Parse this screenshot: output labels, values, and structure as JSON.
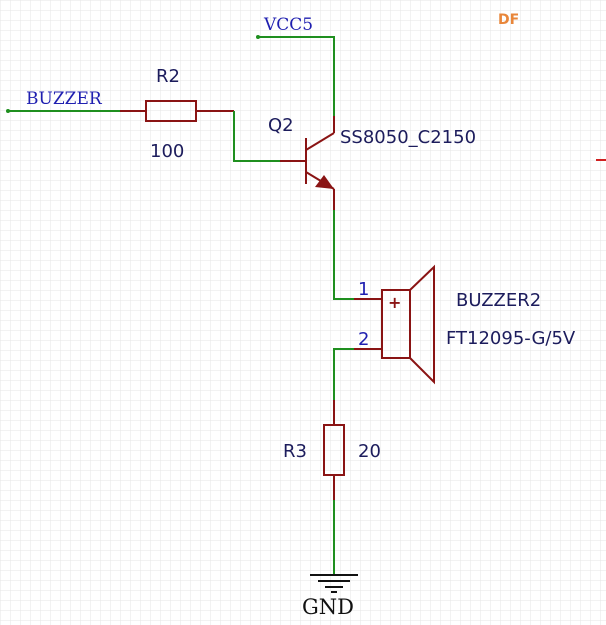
{
  "watermark": "DF",
  "nets": {
    "vcc": "VCC5",
    "buzzer_input": "BUZZER",
    "ground": "GND"
  },
  "components": {
    "r2": {
      "ref": "R2",
      "value": "100"
    },
    "q2": {
      "ref": "Q2",
      "value": "SS8050_C2150"
    },
    "buzzer": {
      "ref": "BUZZER2",
      "value": "FT12095-G/5V",
      "pin1": "1",
      "pin2": "2",
      "polarity": "+"
    },
    "r3": {
      "ref": "R3",
      "value": "20"
    }
  },
  "colors": {
    "wire": "#1f8f1f",
    "component": "#8a1414",
    "net_label": "#1f1fb0",
    "grid": "#e6e6e6"
  }
}
